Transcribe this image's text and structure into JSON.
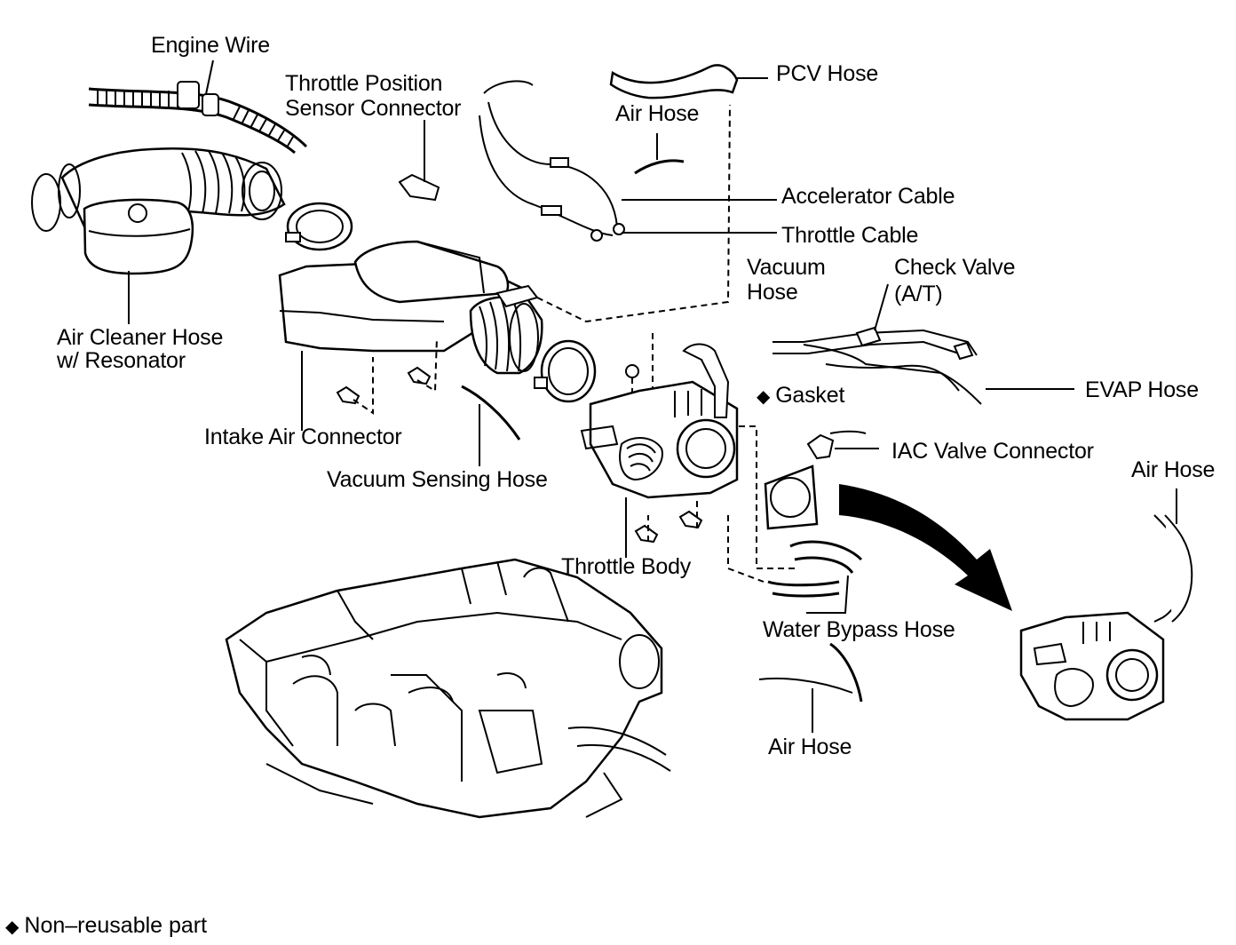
{
  "labels": {
    "engine_wire": "Engine Wire",
    "tps_connector_line1": "Throttle Position",
    "tps_connector_line2": "Sensor Connector",
    "pcv_hose": "PCV Hose",
    "air_hose_top": "Air Hose",
    "accelerator_cable": "Accelerator Cable",
    "throttle_cable": "Throttle Cable",
    "vacuum_hose_line1": "Vacuum",
    "vacuum_hose_line2": "Hose",
    "check_valve_line1": "Check Valve",
    "check_valve_line2": "(A/T)",
    "air_cleaner_hose_line1": "Air Cleaner Hose",
    "air_cleaner_hose_line2": "w/ Resonator",
    "evap_hose": "EVAP Hose",
    "gasket": "Gasket",
    "intake_air_connector": "Intake Air Connector",
    "iac_valve_connector": "IAC Valve Connector",
    "air_hose_right": "Air Hose",
    "vacuum_sensing_hose": "Vacuum Sensing Hose",
    "throttle_body": "Throttle Body",
    "water_bypass_hose": "Water Bypass Hose",
    "air_hose_bottom": "Air Hose"
  },
  "symbols": {
    "non_reusable": "◆"
  },
  "legend": {
    "non_reusable_text": "Non–reusable part"
  }
}
